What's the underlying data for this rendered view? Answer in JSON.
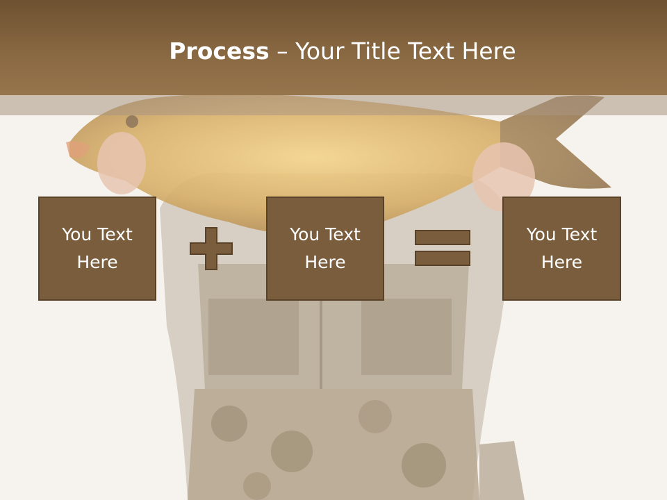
{
  "slide": {
    "title_bold": "Process",
    "title_rest": " – Your Title Text Here",
    "boxes": [
      {
        "line1": "You Text",
        "line2": "Here"
      },
      {
        "line1": "You Text",
        "line2": "Here"
      },
      {
        "line1": "You Text",
        "line2": "Here"
      }
    ],
    "operators": [
      "plus-icon",
      "equals-icon"
    ]
  },
  "colors": {
    "title_bar": "#8a6a43",
    "box_fill": "#7a5d3c",
    "box_border": "#5a4228",
    "text": "#ffffff"
  }
}
